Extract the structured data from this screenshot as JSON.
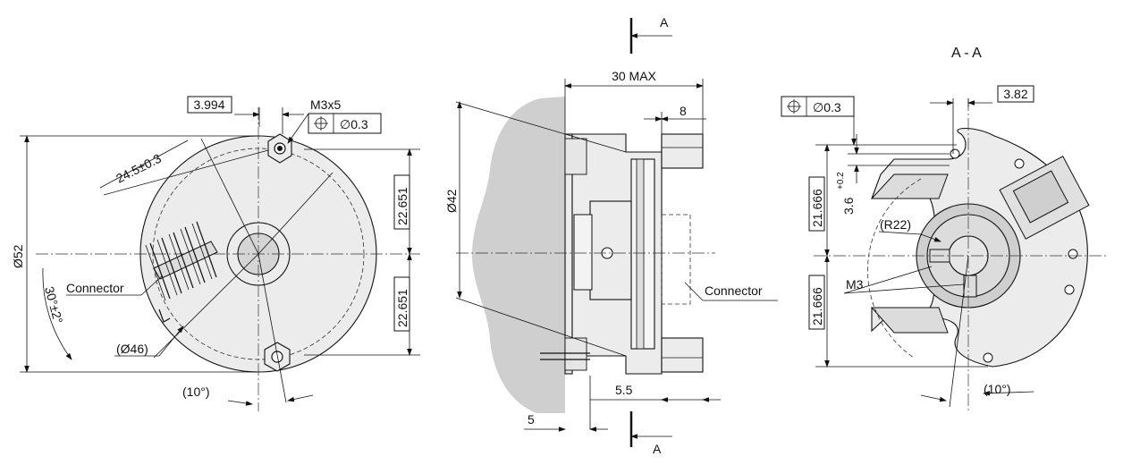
{
  "front_view": {
    "dim_top_box": "3.994",
    "hole_spec": "M3x5",
    "tolerance_symbol": "⌖",
    "tolerance_value": "∅0.3",
    "bolt_radius": "24.5±0.3",
    "diameter_overall": "Ø52",
    "half_upper": "22.651",
    "half_lower": "22.651",
    "connector_label": "Connector",
    "connector_angle": "30°±2°",
    "pitch_circle": "(Ø46)",
    "angle_bottom": "(10°)"
  },
  "side_view": {
    "section_label_top": "A",
    "section_label_bottom": "A",
    "overall_length": "30 MAX",
    "flange_width": "8",
    "diameter": "Ø42",
    "connector_label": "Connector",
    "dim_5_5": "5.5",
    "dim_5": "5"
  },
  "section_view": {
    "title": "A - A",
    "tolerance_symbol": "⌖",
    "tolerance_value": "∅0.3",
    "dim_box": "3.82",
    "dim_upper": "21.666",
    "dim_lower": "21.666",
    "slot_dim": "3.6",
    "slot_tol": "+0.2",
    "radius": "(R22)",
    "thread": "M3",
    "angle_bottom": "(10°)"
  }
}
